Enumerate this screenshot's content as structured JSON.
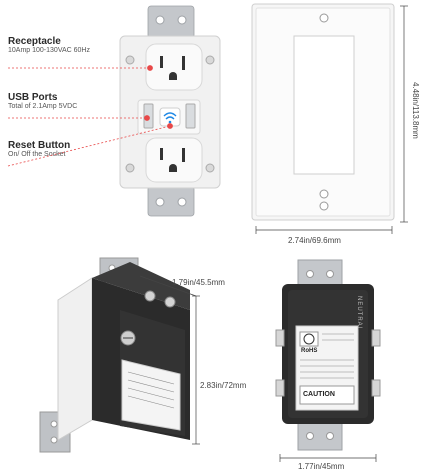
{
  "callouts": {
    "receptacle": {
      "title": "Receptacle",
      "spec": "10Amp 100-130VAC 60Hz"
    },
    "usb": {
      "title": "USB Ports",
      "spec": "Total of 2.1Amp 5VDC"
    },
    "reset": {
      "title": "Reset Button",
      "spec": "On/ Off the Socket"
    }
  },
  "dimensions": {
    "plate_height": "4.48in/113.8mm",
    "plate_width": "2.74in/69.6mm",
    "depth": "1.79in/45.5mm",
    "body_height": "2.83in/72mm",
    "body_width": "1.77in/45mm"
  },
  "back_label": {
    "neutral": "NEUTRAL",
    "rohs": "RoHS",
    "caution": "CAUTION"
  },
  "colors": {
    "callout_dot": "#e84848",
    "plate": "#f6f6f6",
    "metal": "#b9bcc0",
    "housing": "#2b2b2b"
  }
}
